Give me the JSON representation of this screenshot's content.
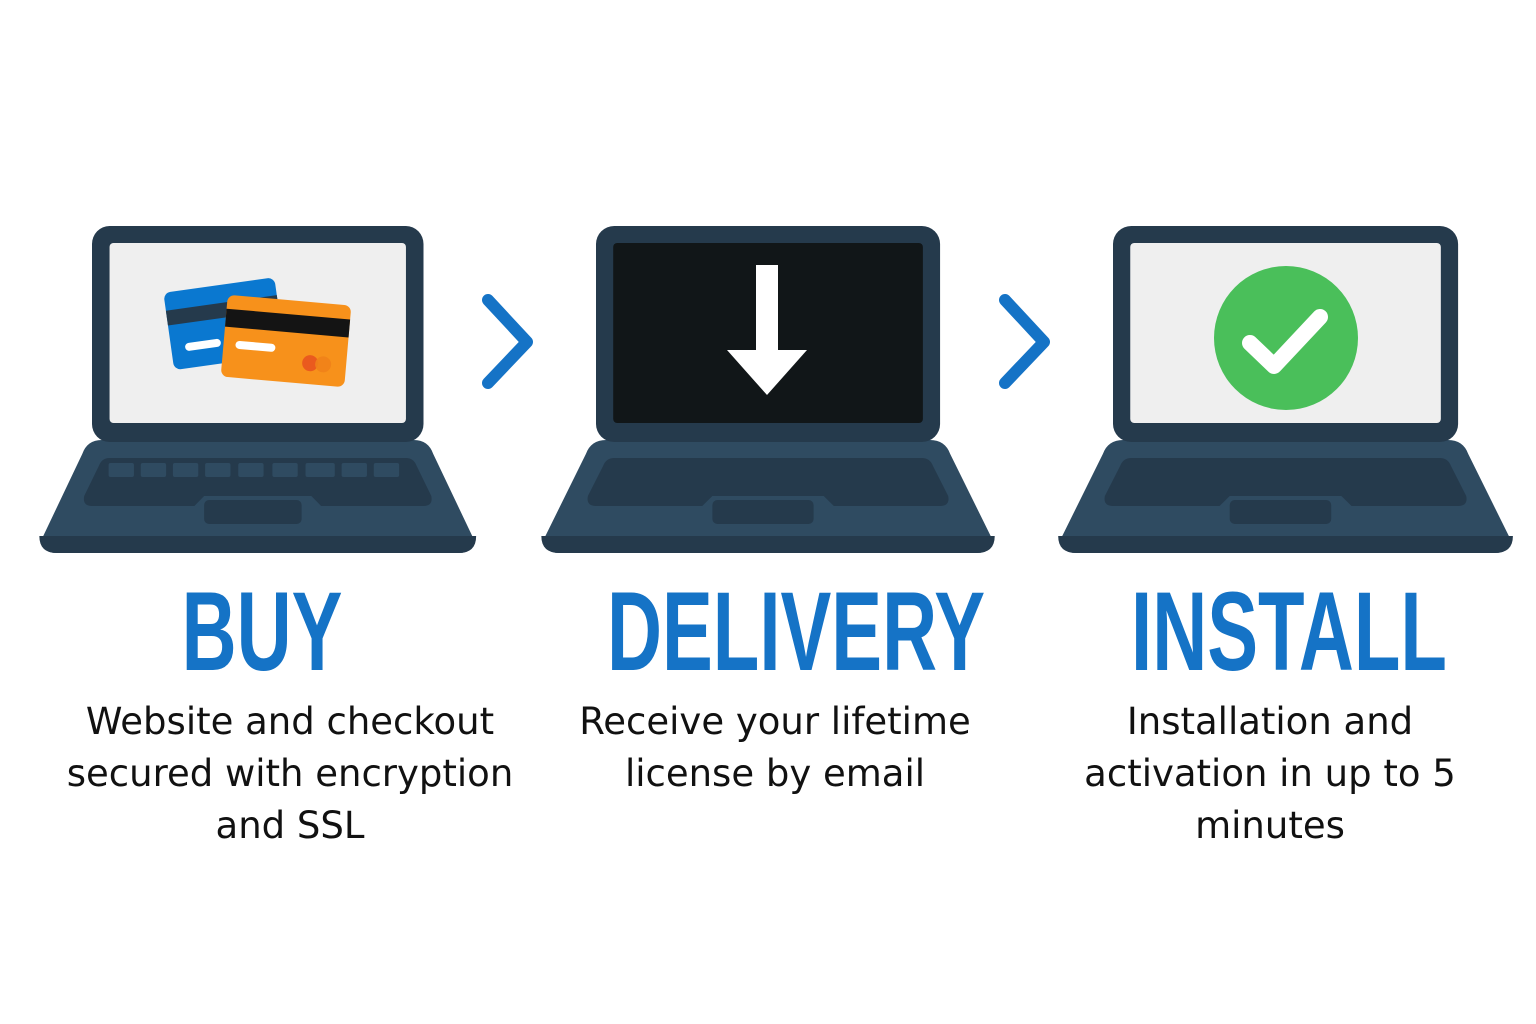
{
  "colors": {
    "accent": "#1573c6",
    "laptop_dark": "#253a4c",
    "laptop_body": "#2f4b61",
    "check_green": "#4abf5a",
    "card_blue": "#0a78d0",
    "card_orange": "#f7911b"
  },
  "steps": [
    {
      "title": "BUY",
      "description": "Website and checkout secured with encryption and SSL",
      "icon": "credit-card-icon"
    },
    {
      "title": "DELIVERY",
      "description": "Receive your lifetime license by email",
      "icon": "download-arrow-icon"
    },
    {
      "title": "INSTALL",
      "description": "Installation and activation in up to 5 minutes",
      "icon": "checkmark-icon"
    }
  ]
}
